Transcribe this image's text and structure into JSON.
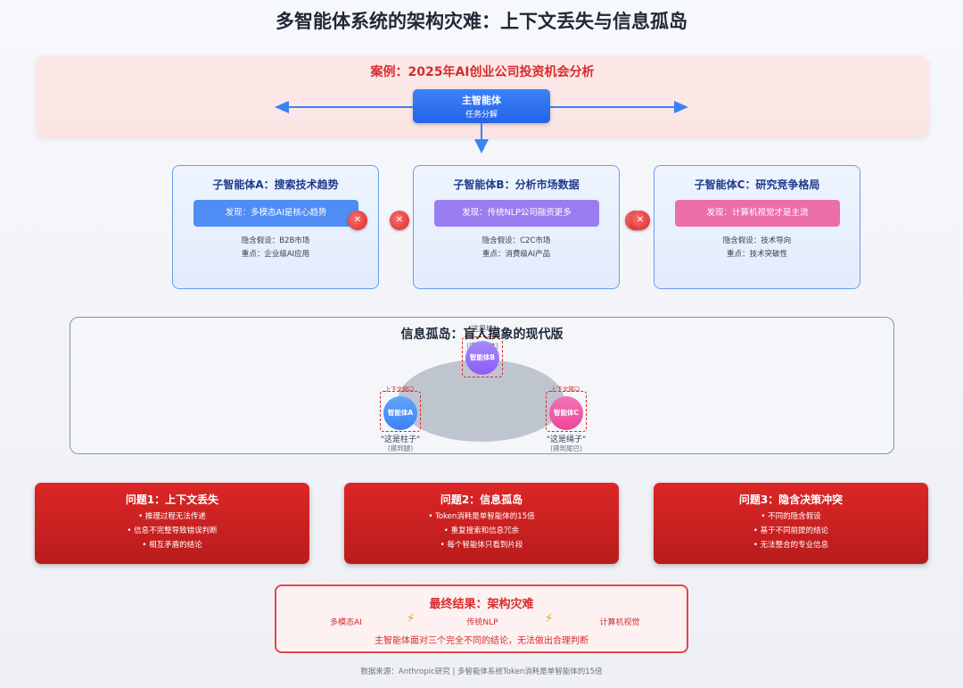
{
  "title": "多智能体系统的架构灾难：上下文丢失与信息孤岛",
  "case": {
    "title": "案例：2025年AI创业公司投资机会分析",
    "main_agent": {
      "name": "主智能体",
      "role": "任务分解"
    }
  },
  "sub_agents": [
    {
      "title": "子智能体A：搜索技术趋势",
      "finding": "发现：多模态AI是核心趋势",
      "assumption": "隐含假设：B2B市场",
      "focus": "重点：企业级AI应用"
    },
    {
      "title": "子智能体B：分析市场数据",
      "finding": "发现：传统NLP公司融资更多",
      "assumption": "隐含假设：C2C市场",
      "focus": "重点：消费级AI产品"
    },
    {
      "title": "子智能体C：研究竞争格局",
      "finding": "发现：计算机视觉才是主流",
      "assumption": "隐含假设：技术导向",
      "focus": "重点：技术突破性"
    }
  ],
  "island": {
    "title": "信息孤岛：盲人摸象的现代版",
    "context_label": "上下文窗口",
    "agents": [
      {
        "name": "智能体A",
        "says": "\"这是柱子\"",
        "touch": "(摸到腿)"
      },
      {
        "name": "智能体B",
        "says": "\"这是墙\"",
        "touch": "(摸到身体)"
      },
      {
        "name": "智能体C",
        "says": "\"这是绳子\"",
        "touch": "(摸到尾巴)"
      }
    ]
  },
  "problems": [
    {
      "title": "问题1：上下文丢失",
      "lines": [
        "• 推理过程无法传递",
        "• 信息不完整导致错误判断",
        "• 相互矛盾的结论"
      ]
    },
    {
      "title": "问题2：信息孤岛",
      "lines": [
        "• Token消耗是单智能体的15倍",
        "• 重复搜索和信息冗余",
        "• 每个智能体只看到片段"
      ]
    },
    {
      "title": "问题3：隐含决策冲突",
      "lines": [
        "• 不同的隐含假设",
        "• 基于不同前提的结论",
        "• 无法整合的专业信息"
      ]
    }
  ],
  "final": {
    "title": "最终结果：架构灾难",
    "items": [
      "多模态AI",
      "传统NLP",
      "计算机视觉"
    ],
    "bolt": "⚡",
    "summary": "主智能体面对三个完全不同的结论，无法做出合理判断"
  },
  "source": "数据来源：Anthropic研究 | 多智能体系统Token消耗是单智能体的15倍",
  "colors": {
    "primary_blue": "#2563eb",
    "danger_red": "#dc2626",
    "purple": "#8b5cf6",
    "pink": "#ec4899"
  },
  "icons": {
    "conflict": "x-circle-icon",
    "bolt": "lightning-icon"
  }
}
